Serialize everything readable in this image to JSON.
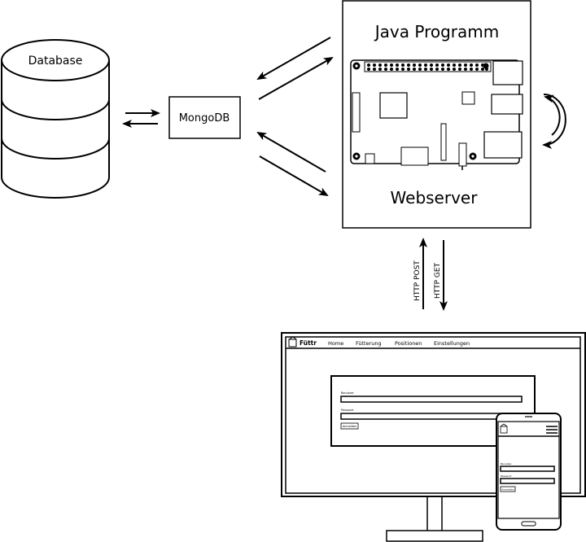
{
  "database": {
    "label": "Database"
  },
  "mongodb": {
    "label": "MongoDB"
  },
  "server": {
    "title": "Java Programm",
    "subtitle": "Webserver"
  },
  "http": {
    "post_label": "HTTP POST",
    "get_label": "HTTP GET"
  },
  "web_app": {
    "brand": "Füttr",
    "nav": [
      "Home",
      "Fütterung",
      "Positionen",
      "Einstellungen"
    ],
    "login_field_1_label": "Benutzer",
    "login_field_2_label": "Passwort",
    "login_button": "Anmelden"
  }
}
